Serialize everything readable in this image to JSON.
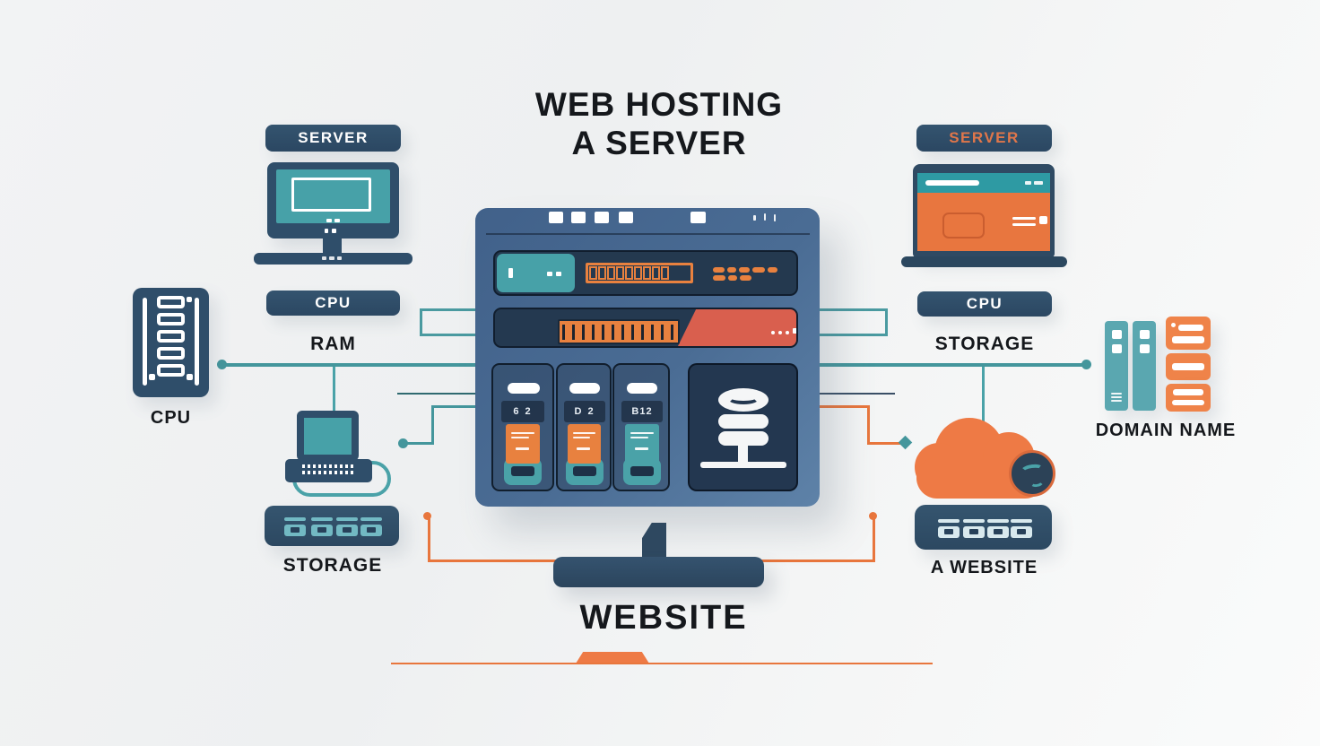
{
  "title": {
    "line1": "WEB HOSTING",
    "line2": "A SERVER"
  },
  "left": {
    "server_badge": "SERVER",
    "cpu_badge": "CPU",
    "ram_label": "RAM",
    "rack_label": "CPU",
    "storage_label": "STORAGE"
  },
  "right": {
    "server_badge": "SERVER",
    "cpu_badge": "CPU",
    "storage_label": "STORAGE",
    "domain_label": "DOMAIN NAME",
    "a_website_label": "A WEBSITE"
  },
  "center": {
    "website_label": "WEBSITE",
    "drive_glyphs": [
      "6 2",
      "D 2",
      "B12"
    ]
  },
  "colors": {
    "navy": "#2f4e6a",
    "badge_navy": "#31516f",
    "teal": "#4aa2a8",
    "line_teal": "#44969c",
    "orange": "#e8813f",
    "cloud_orange": "#ee7a45",
    "red_block": "#d95f4e",
    "server_gradient_start": "#41618a",
    "server_gradient_end": "#5e82a8",
    "text_black": "#15181c",
    "background": "#f2f3f4",
    "right_server_text": "#e0764a"
  }
}
